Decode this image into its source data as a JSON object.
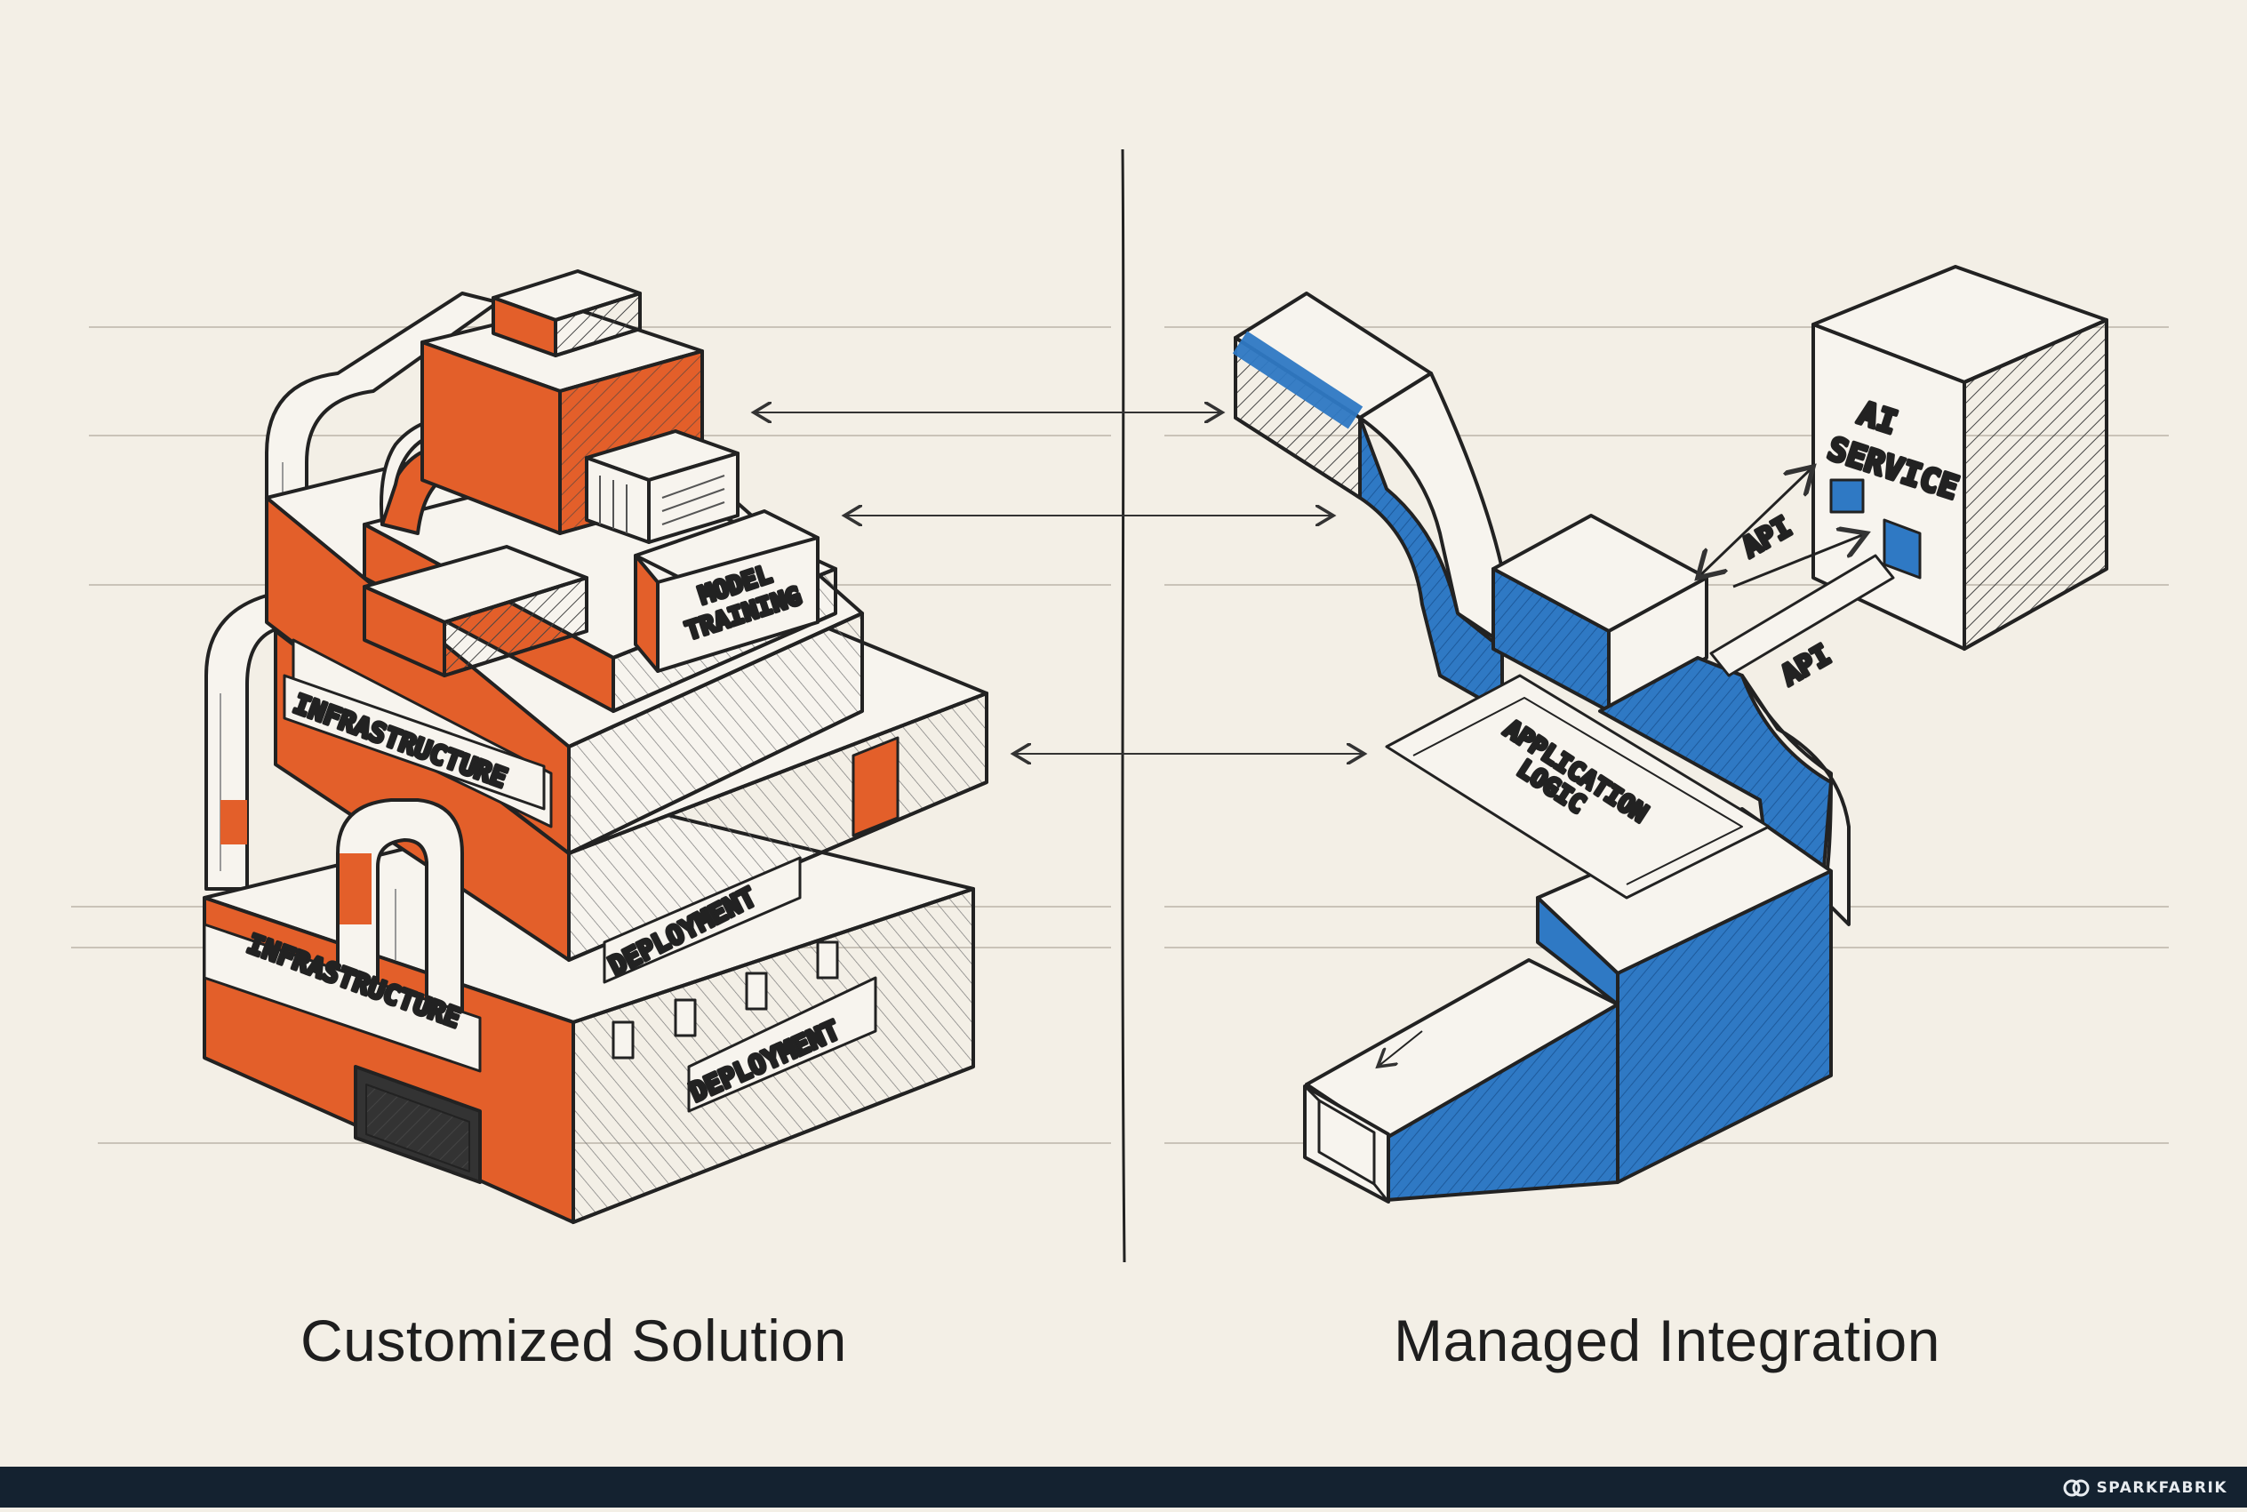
{
  "captions": {
    "left": "Customized Solution",
    "right": "Managed Integration"
  },
  "left_labels": {
    "model_training": [
      "MODEL",
      "TRAINING"
    ],
    "infrastructure_top": "INFRASTRUCTURE",
    "infrastructure_bottom": "INFRASTRUCTURE",
    "deployment_mid": "DEPLOYMENT",
    "deployment_bottom": "DEPLOYMENT"
  },
  "right_labels": {
    "ai_service": [
      "AI",
      "SERVICE"
    ],
    "api_top": "API",
    "api_bottom": "API",
    "application_logic": [
      "APPLICATION",
      "LOGIC"
    ]
  },
  "footer": {
    "brand": "SPARKFABRIK"
  },
  "colors": {
    "background": "#f3efe6",
    "accent_orange": "#e35f2a",
    "accent_blue": "#2f79c4",
    "ink": "#222222",
    "footer": "#142230"
  }
}
